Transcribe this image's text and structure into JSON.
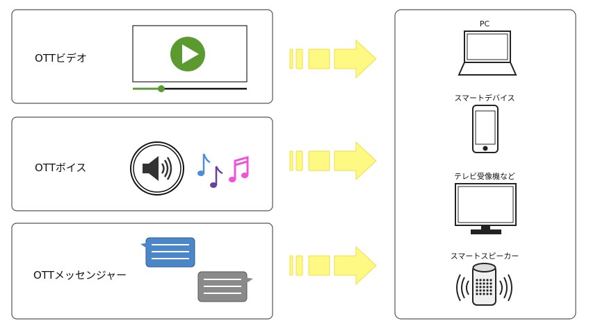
{
  "sources": [
    {
      "label": "OTTビデオ"
    },
    {
      "label": "OTTボイス"
    },
    {
      "label": "OTTメッセンジャー"
    }
  ],
  "devices": [
    {
      "label": "PC"
    },
    {
      "label": "スマートデバイス"
    },
    {
      "label": "テレビ受像機など"
    },
    {
      "label": "スマートスピーカー"
    }
  ],
  "colors": {
    "arrow": "#fdf983",
    "arrow_stroke": "#f2e04a",
    "play": "#5a9a2e",
    "chat_blue": "#4a86c8",
    "chat_gray": "#8a8a8a"
  }
}
